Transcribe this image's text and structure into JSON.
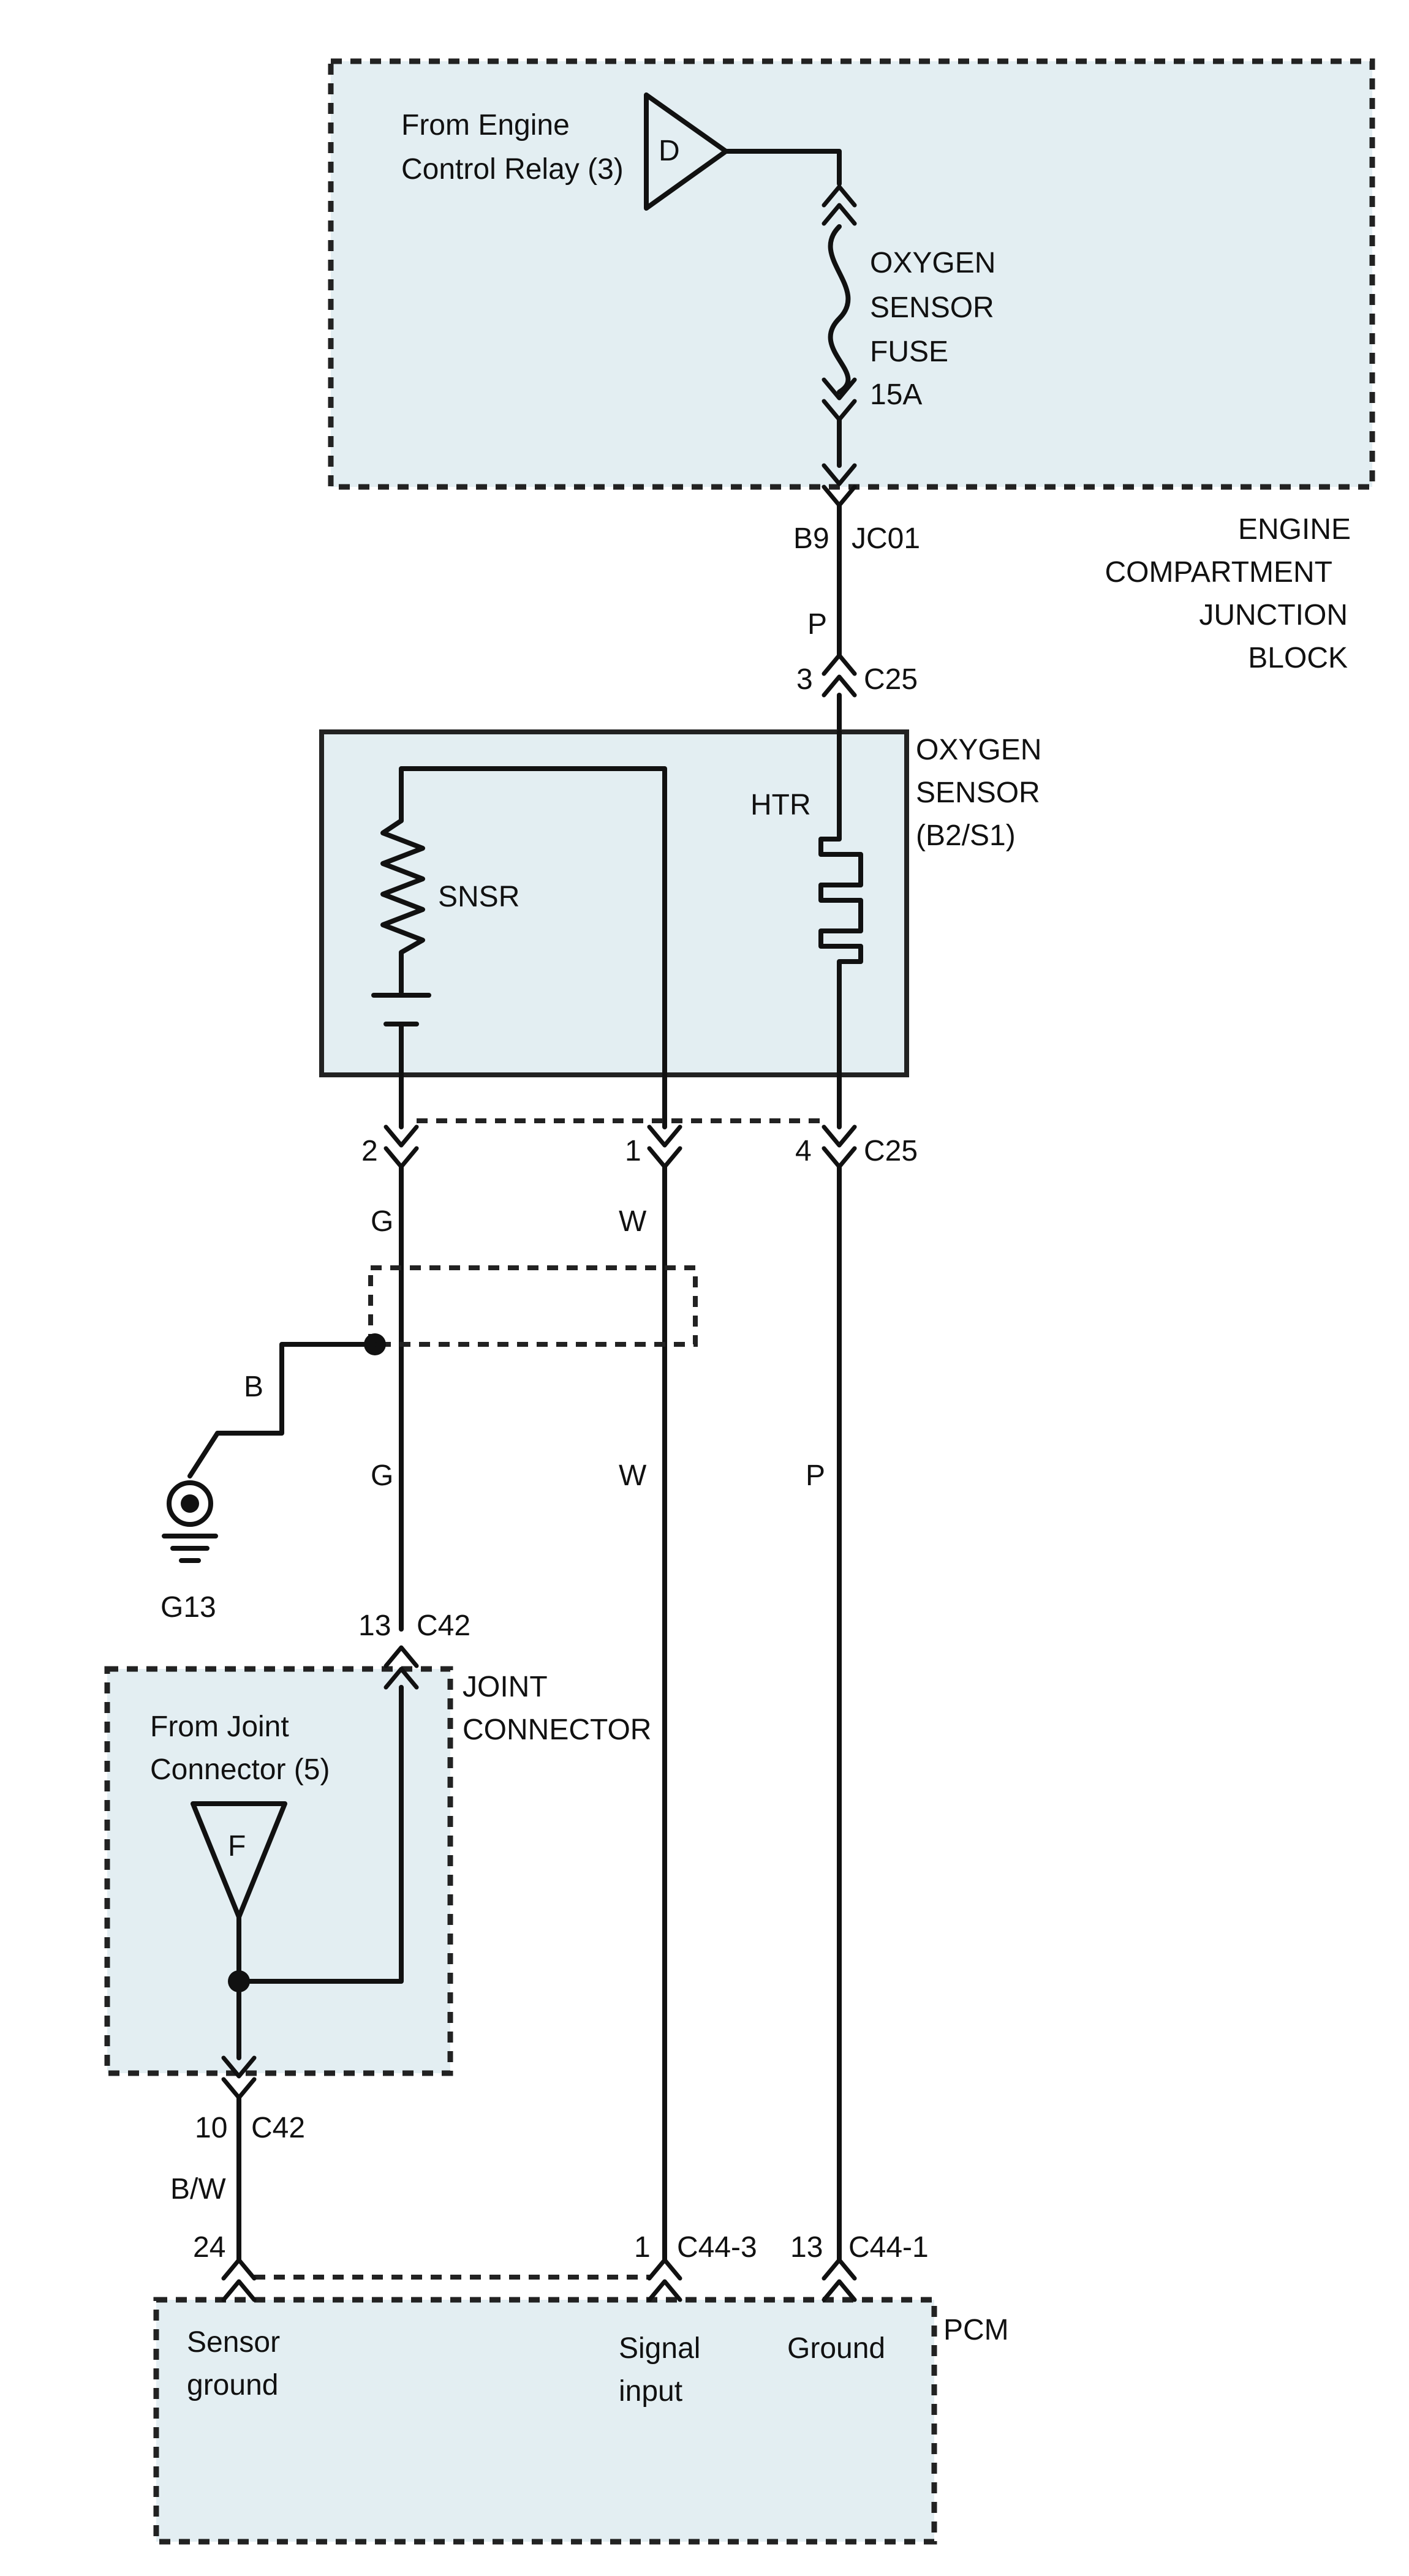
{
  "engine_junction_block": {
    "source_lines": [
      "From Engine",
      "Control Relay (3)"
    ],
    "source_letter": "D",
    "fuse_lines": [
      "OXYGEN",
      "SENSOR",
      "FUSE",
      "15A"
    ],
    "pin": "B9",
    "connector": "JC01",
    "name_lines": [
      "ENGINE",
      "COMPARTMENT",
      "JUNCTION",
      "BLOCK"
    ]
  },
  "wire_p_upper": "P",
  "c25_top": {
    "pin": "3",
    "connector": "C25"
  },
  "oxygen_sensor": {
    "name_lines": [
      "OXYGEN",
      "SENSOR",
      "(B2/S1)"
    ],
    "heater_label": "HTR",
    "sensor_label": "SNSR"
  },
  "c25_bottom": {
    "pins": [
      "2",
      "1",
      "4"
    ],
    "connector": "C25"
  },
  "wire_colors_upper": [
    "G",
    "W"
  ],
  "wire_colors_lower": [
    "G",
    "W",
    "P"
  ],
  "ground_wire": "B",
  "ground_label": "G13",
  "c42_top": {
    "pin": "13",
    "connector": "C42"
  },
  "joint_connector": {
    "name_lines": [
      "JOINT",
      "CONNECTOR"
    ],
    "source_lines": [
      "From Joint",
      "Connector (5)"
    ],
    "source_letter": "F"
  },
  "c42_bottom": {
    "pin": "10",
    "connector": "C42"
  },
  "wire_bw": "B/W",
  "pcm_pins": {
    "sensor_ground_pin": "24",
    "signal_pin": "1",
    "signal_connector": "C44-3",
    "ground_pin": "13",
    "ground_connector": "C44-1"
  },
  "pcm": {
    "name": "PCM",
    "sensor_ground_lines": [
      "Sensor",
      "ground"
    ],
    "signal_input_lines": [
      "Signal",
      "input"
    ],
    "ground_label": "Ground"
  }
}
